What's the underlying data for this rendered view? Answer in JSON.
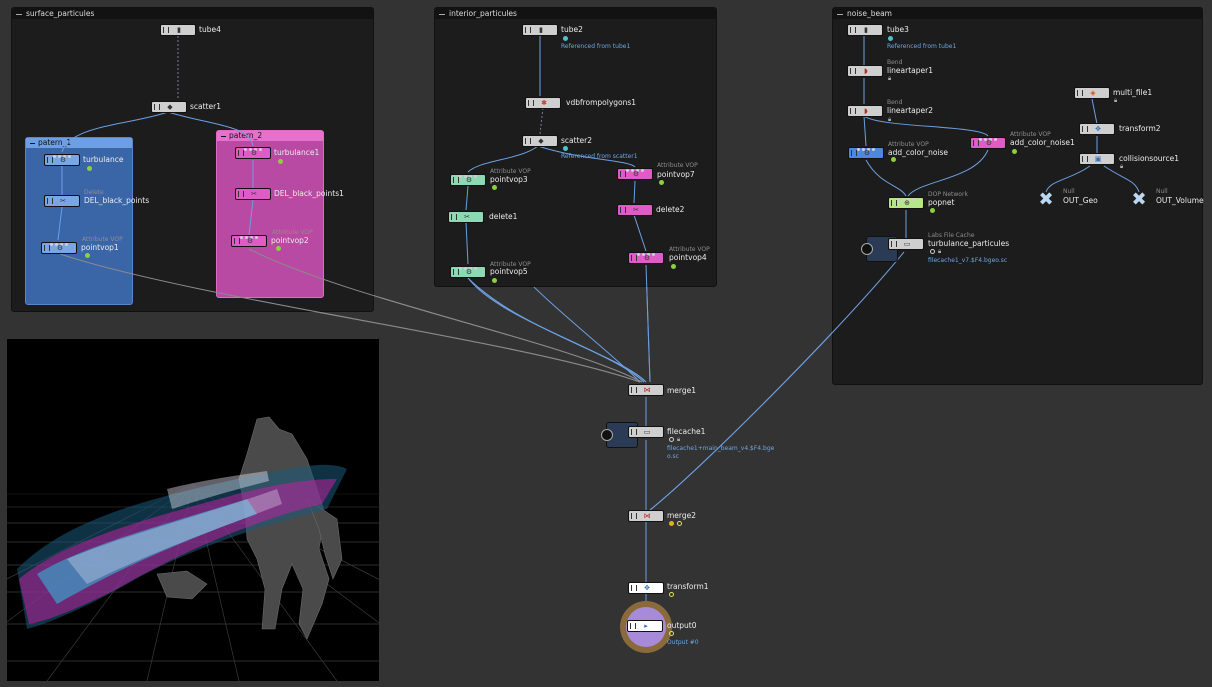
{
  "network_boxes": {
    "surface": "surface_particules",
    "interior": "interior_particules",
    "noise": "noise_beam"
  },
  "subnet_boxes": {
    "patern1": "patern_1",
    "patern2": "patern_2"
  },
  "nodes": {
    "tube4": "tube4",
    "scatter1": "scatter1",
    "turbulance": "turbulance",
    "del_black_points": "DEL_black_points",
    "del_black_points_type": "Delete",
    "pointvop1": "pointvop1",
    "pointvop1_type": "Attribute VOP",
    "turbulance1": "turbulance1",
    "del_black_points1": "DEL_black_points1",
    "pointvop2": "pointvop2",
    "pointvop2_type": "Attribute VOP",
    "tube2": "tube2",
    "tube2_ref": "Referenced from tube1",
    "vdbfrompolygons1": "vdbfrompolygons1",
    "scatter2": "scatter2",
    "scatter2_ref": "Referenced from scatter1",
    "pointvop3": "pointvop3",
    "pointvop3_type": "Attribute VOP",
    "delete1": "delete1",
    "pointvop5": "pointvop5",
    "pointvop5_type": "Attribute VOP",
    "pointvop7": "pointvop7",
    "pointvop7_type": "Attribute VOP",
    "delete2": "delete2",
    "pointvop4": "pointvop4",
    "pointvop4_type": "Attribute VOP",
    "tube3": "tube3",
    "tube3_ref": "Referenced from tube1",
    "lineartaper1": "lineartaper1",
    "lineartaper1_type": "Bend",
    "lineartaper2": "lineartaper2",
    "lineartaper2_type": "Bend",
    "add_color_noise": "add_color_noise",
    "add_color_noise_type": "Attribute VOP",
    "add_color_noise1": "add_color_noise1",
    "add_color_noise1_type": "Attribute VOP",
    "popnet": "popnet",
    "popnet_type": "DOP Network",
    "turbulance_particules": "turbulance_particules",
    "turbulance_particules_type": "Labs File Cache",
    "turbulance_particules_file": "filecache1_v7.$F4.bgeo.sc",
    "multi_file1": "multi_file1",
    "transform2": "transform2",
    "collisionsource1": "collisionsource1",
    "out_geo": "OUT_Geo",
    "out_geo_type": "Null",
    "out_volume": "OUT_Volume",
    "out_volume_type": "Null",
    "merge1": "merge1",
    "filecache1": "filecache1",
    "filecache1_file_a": "filecache1+main_beam_v4.$F4.bge",
    "filecache1_file_b": "o.sc",
    "merge2": "merge2",
    "transform1": "transform1",
    "output0": "output0",
    "output0_sub": "Output #0"
  },
  "colors": {
    "background": "#333333",
    "netbox": "#1c1c1c",
    "patern1": "#3a66a8",
    "patern2": "#c24aa9",
    "wire": "#6d9fe0",
    "wire_grey": "#8a8a8a"
  }
}
